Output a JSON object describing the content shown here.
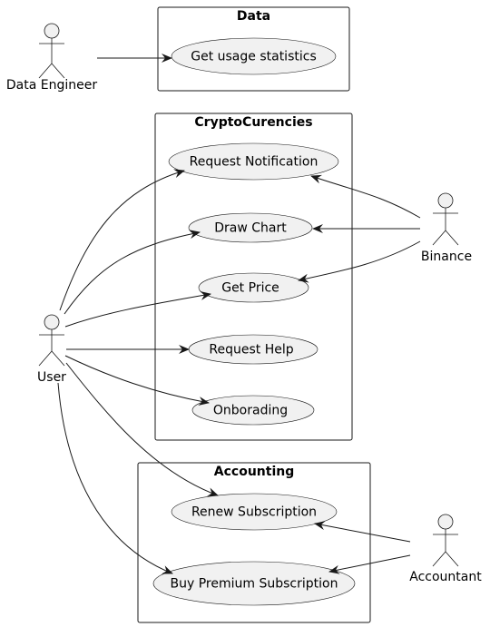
{
  "packages": {
    "data": {
      "title": "Data"
    },
    "crypto": {
      "title": "CryptoCurencies"
    },
    "accounting": {
      "title": "Accounting"
    }
  },
  "use_cases": {
    "get_usage_statistics": "Get usage statistics",
    "request_notification": "Request Notification",
    "draw_chart": "Draw Chart",
    "get_price": "Get Price",
    "request_help": "Request Help",
    "onboarding": "Onborading",
    "renew_subscription": "Renew Subscription",
    "buy_premium_subscription": "Buy Premium Subscription"
  },
  "actors": {
    "data_engineer": "Data Engineer",
    "user": "User",
    "binance": "Binance",
    "accountant": "Accountant"
  },
  "colors": {
    "use_case_fill": "#f1f1f1",
    "line": "#181818",
    "background": "#ffffff"
  }
}
